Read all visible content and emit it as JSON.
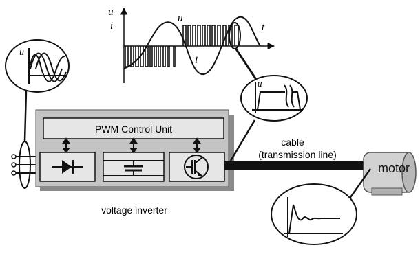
{
  "labels": {
    "pwm_unit": "PWM Control Unit",
    "inverter": "voltage inverter",
    "cable_line1": "cable",
    "cable_line2": "(transmission line)",
    "motor": "motor"
  },
  "axis_symbols": {
    "u": "u",
    "i": "i",
    "t": "t"
  },
  "colors": {
    "inverter_fill": "#c4c4c4",
    "panel_fill": "#e6e6e6",
    "ink": "#111111",
    "motor_fill": "#d2d2d2"
  },
  "icons": [
    "diode-icon",
    "capacitor-icon",
    "igbt-transistor-icon",
    "motor-icon"
  ]
}
